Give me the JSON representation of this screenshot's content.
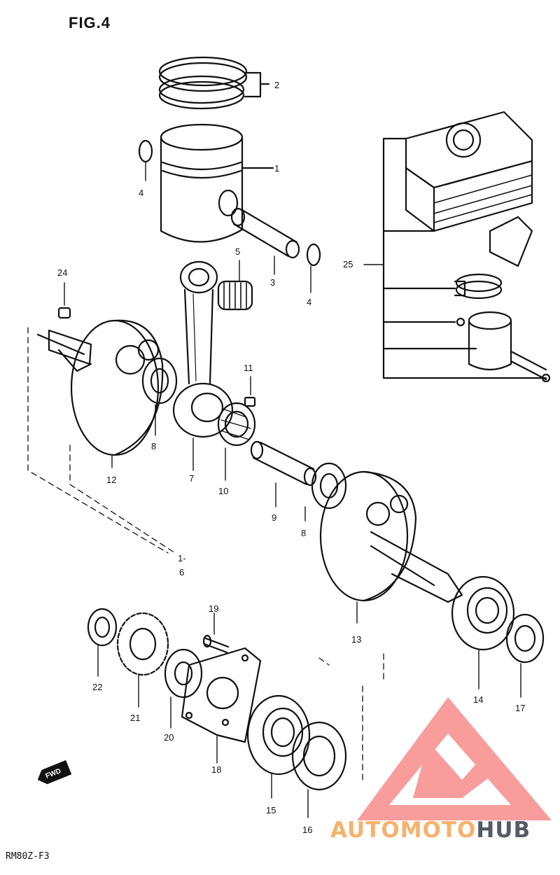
{
  "figure_title": "FIG.4",
  "footer_code": "RM80Z-F3",
  "watermark": {
    "text_orange": "AUTOMOTO",
    "text_gray": "HUB"
  },
  "forward_badge": "FWD",
  "callouts": [
    {
      "id": "c1",
      "text": "1"
    },
    {
      "id": "c2",
      "text": "2"
    },
    {
      "id": "c3",
      "text": "3"
    },
    {
      "id": "c4a",
      "text": "4"
    },
    {
      "id": "c4b",
      "text": "4"
    },
    {
      "id": "c5",
      "text": "5"
    },
    {
      "id": "c6a",
      "text": "1-"
    },
    {
      "id": "c6b",
      "text": "6"
    },
    {
      "id": "c7",
      "text": "7"
    },
    {
      "id": "c8a",
      "text": "8"
    },
    {
      "id": "c8b",
      "text": "8"
    },
    {
      "id": "c9",
      "text": "9"
    },
    {
      "id": "c10",
      "text": "10"
    },
    {
      "id": "c11",
      "text": "11"
    },
    {
      "id": "c12",
      "text": "12"
    },
    {
      "id": "c13",
      "text": "13"
    },
    {
      "id": "c14",
      "text": "14"
    },
    {
      "id": "c15",
      "text": "15"
    },
    {
      "id": "c16",
      "text": "16"
    },
    {
      "id": "c17",
      "text": "17"
    },
    {
      "id": "c18",
      "text": "18"
    },
    {
      "id": "c19",
      "text": "19"
    },
    {
      "id": "c20",
      "text": "20"
    },
    {
      "id": "c21",
      "text": "21"
    },
    {
      "id": "c22",
      "text": "22"
    },
    {
      "id": "c24",
      "text": "24"
    },
    {
      "id": "c25",
      "text": "25"
    }
  ]
}
